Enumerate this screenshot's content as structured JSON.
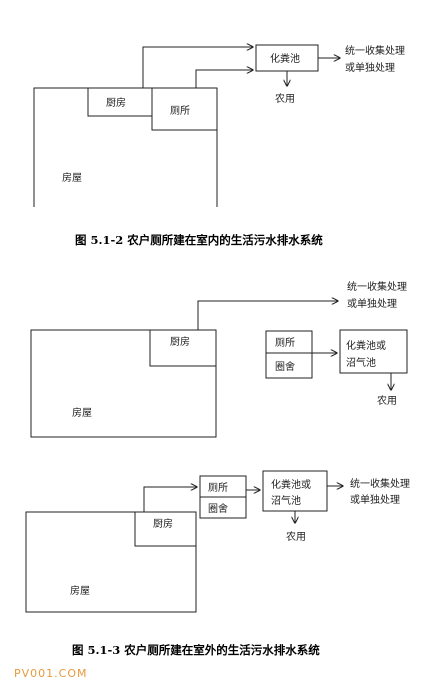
{
  "diagram1": {
    "house": "房屋",
    "kitchen": "厨房",
    "toilet": "厕所",
    "tank": "化粪池",
    "out_line1": "统一收集处理",
    "out_line2": "或单独处理",
    "farm_use": "农用"
  },
  "caption1": "图 5.1-2 农户厕所建在室内的生活污水排水系统",
  "diagram2": {
    "house": "房屋",
    "kitchen": "厨房",
    "toilet": "厕所",
    "pigsty": "圈舍",
    "tank_line1": "化粪池或",
    "tank_line2": "沼气池",
    "out_line1": "统一收集处理",
    "out_line2": "或单独处理",
    "farm_use": "农用"
  },
  "diagram3": {
    "house": "房屋",
    "kitchen": "厨房",
    "toilet": "厕所",
    "pigsty": "圈舍",
    "tank_line1": "化粪池或",
    "tank_line2": "沼气池",
    "out_line1": "统一收集处理",
    "out_line2": "或单独处理",
    "farm_use": "农用"
  },
  "caption2": "图 5.1-3 农户厕所建在室外的生活污水排水系统",
  "watermark": "PV001.COM"
}
